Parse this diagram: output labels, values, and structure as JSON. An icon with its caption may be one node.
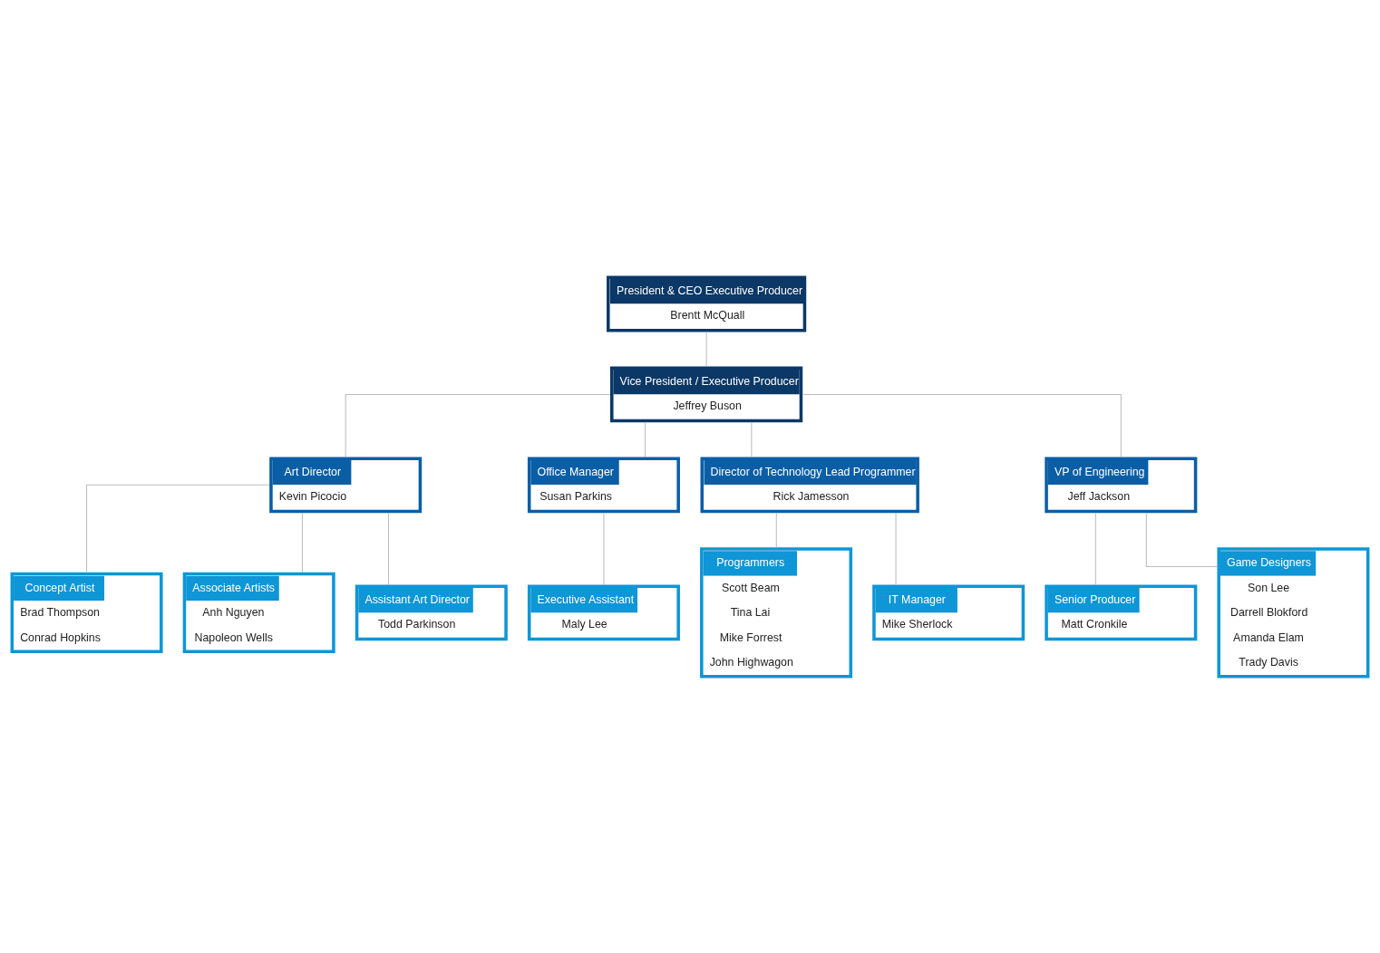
{
  "diagram": {
    "nodes": [
      {
        "text": [
          "President & CEO Executive Producer",
          "Brentt McQuall"
        ]
      },
      {
        "text": [
          "Vice President / Executive Producer",
          "Jeffrey Buson"
        ]
      },
      {
        "text": [
          "Art Director",
          "Kevin Picocio"
        ]
      },
      {
        "text": [
          "Office Manager",
          "Susan Parkins"
        ]
      },
      {
        "text": [
          "Director of Technology Lead Programmer",
          "Rick Jamesson"
        ]
      },
      {
        "text": [
          "VP of Engineering",
          "Jeff Jackson"
        ]
      },
      {
        "text": [
          "Concept Artist",
          "Brad Thompson",
          "Conrad Hopkins"
        ]
      },
      {
        "text": [
          "Associate Artists",
          "Anh Nguyen",
          "Napoleon Wells"
        ]
      },
      {
        "text": [
          "Assistant Art Director",
          "Todd Parkinson"
        ]
      },
      {
        "text": [
          "Executive Assistant",
          "Maly Lee"
        ]
      },
      {
        "text": [
          "Programmers",
          "Scott Beam",
          "Tina Lai",
          "Mike Forrest",
          "John Highwagon"
        ]
      },
      {
        "text": [
          "IT Manager",
          "Mike Sherlock"
        ]
      },
      {
        "text": [
          "Senior Producer",
          "Matt Cronkile"
        ]
      },
      {
        "text": [
          "Game Designers",
          "Son Lee",
          "Darrell Blokford",
          "Amanda Elam",
          "Trady Davis"
        ]
      }
    ],
    "edges": [
      {
        "from": 0,
        "to": 1,
        "arrow": "none"
      },
      {
        "from": 1,
        "to": 2,
        "arrow": "none"
      },
      {
        "from": 1,
        "to": 3,
        "arrow": "none"
      },
      {
        "from": 1,
        "to": 4,
        "arrow": "none"
      },
      {
        "from": 1,
        "to": 5,
        "arrow": "none"
      },
      {
        "from": 2,
        "to": 6,
        "arrow": "none"
      },
      {
        "from": 2,
        "to": 7,
        "arrow": "none"
      },
      {
        "from": 2,
        "to": 8,
        "arrow": "none"
      },
      {
        "from": 3,
        "to": 9,
        "arrow": "none"
      },
      {
        "from": 4,
        "to": 10,
        "arrow": "none"
      },
      {
        "from": 4,
        "to": 11,
        "arrow": "none"
      },
      {
        "from": 5,
        "to": 12,
        "arrow": "none"
      },
      {
        "from": 5,
        "to": 13,
        "arrow": "none"
      }
    ]
  }
}
